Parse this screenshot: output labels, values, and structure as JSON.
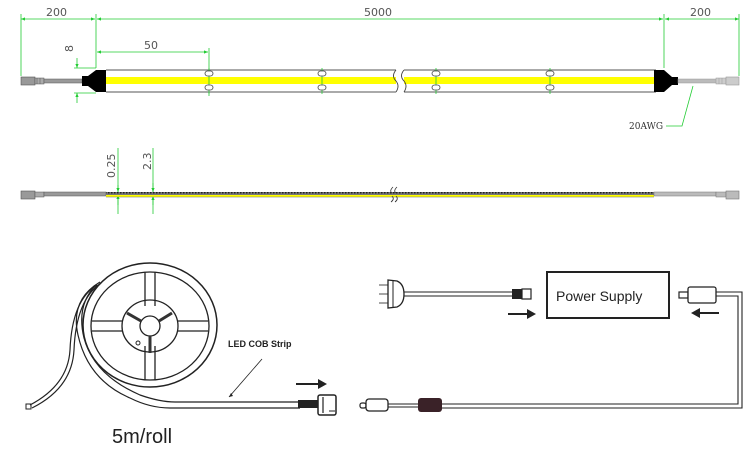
{
  "colors": {
    "dimension_line": "#22cc33",
    "led_strip": "#ffff00",
    "outline": "#333333",
    "wire": "#999999",
    "end_cap": "#000000"
  },
  "top_view": {
    "dim_left_lead": "200",
    "dim_strip_length": "5000",
    "dim_right_lead": "200",
    "dim_segment": "50",
    "dim_width": "8",
    "wire_gauge_label": "20AWG"
  },
  "side_view": {
    "dim_thickness_a": "0.25",
    "dim_thickness_b": "2.3"
  },
  "installation": {
    "strip_label": "LED COB Strip",
    "roll_label": "5m/roll",
    "power_supply_label": "Power Supply"
  }
}
